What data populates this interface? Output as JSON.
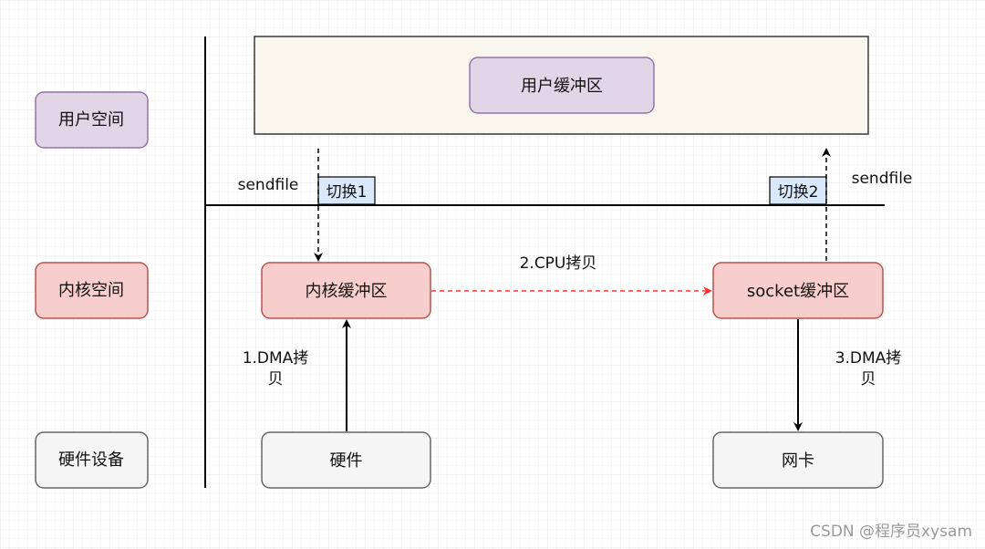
{
  "diagram": {
    "row_labels": {
      "user_space": "用户空间",
      "kernel_space": "内核空间",
      "hardware_devices": "硬件设备"
    },
    "boxes": {
      "user_buffer": "用户缓冲区",
      "kernel_buffer": "内核缓冲区",
      "socket_buffer": "socket缓冲区",
      "hardware": "硬件",
      "nic": "网卡"
    },
    "switch_tags": {
      "switch1": "切换1",
      "switch2": "切换2"
    },
    "call_labels": {
      "sendfile_left": "sendfile",
      "sendfile_right": "sendfile"
    },
    "edge_labels": {
      "dma_copy_1_line1": "1.DMA拷",
      "dma_copy_1_line2": "贝",
      "cpu_copy_2": "2.CPU拷贝",
      "dma_copy_3_line1": "3.DMA拷",
      "dma_copy_3_line2": "贝"
    }
  },
  "watermark": "CSDN @程序员xysam",
  "colors": {
    "purple_fill": "#e1d5e7",
    "purple_stroke": "#9673a6",
    "red_fill": "#f8cecc",
    "red_stroke": "#b85450",
    "gray_fill": "#f5f5f5",
    "gray_stroke": "#666666",
    "cream_fill": "#f9f7ed",
    "blue_fill": "#dae8fc",
    "red_arrow": "#ff3333"
  }
}
